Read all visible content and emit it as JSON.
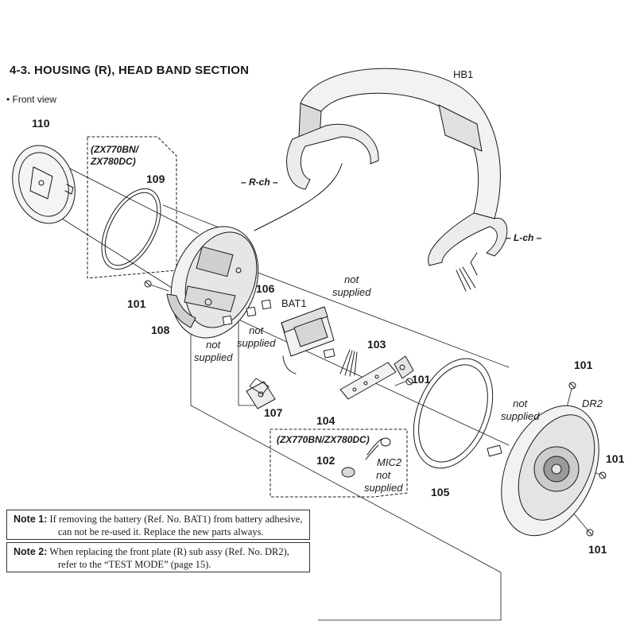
{
  "header": {
    "title": "4-3.   HOUSING (R),  HEAD BAND  SECTION",
    "subtitle": "•  Front view"
  },
  "parts": {
    "p110": "110",
    "p109": "109",
    "p101a": "101",
    "p108": "108",
    "p106": "106",
    "p107": "107",
    "p104": "104",
    "p103": "103",
    "p101b": "101",
    "p102": "102",
    "p105": "105",
    "p101c": "101",
    "p101d": "101",
    "p101e": "101",
    "bat1": "BAT1",
    "mic2": "MIC2",
    "dr2": "DR2",
    "hb1": "HB1"
  },
  "callouts": {
    "r_ch": "– R-ch –",
    "l_ch": "– L-ch –",
    "model_a_line1": "(ZX770BN/",
    "model_a_line2": "ZX780DC)",
    "model_b": "(ZX770BN/ZX780DC)"
  },
  "not_supplied": {
    "line1": "not",
    "line2": "supplied"
  },
  "notes": [
    {
      "label": "Note 1:",
      "line1": "If removing the battery (Ref. No. BAT1) from battery adhesive,",
      "line2": "can not be re-used it. Replace the new parts always."
    },
    {
      "label": "Note 2:",
      "line1": "When replacing the front plate (R) sub assy (Ref. No. DR2),",
      "line2": "refer to the “TEST MODE” (page 15)."
    }
  ],
  "colors": {
    "ink": "#1a1a1a",
    "fill_light": "#f2f2f2",
    "fill_mid": "#d9d9d9",
    "fill_dark": "#9a9a9a"
  }
}
